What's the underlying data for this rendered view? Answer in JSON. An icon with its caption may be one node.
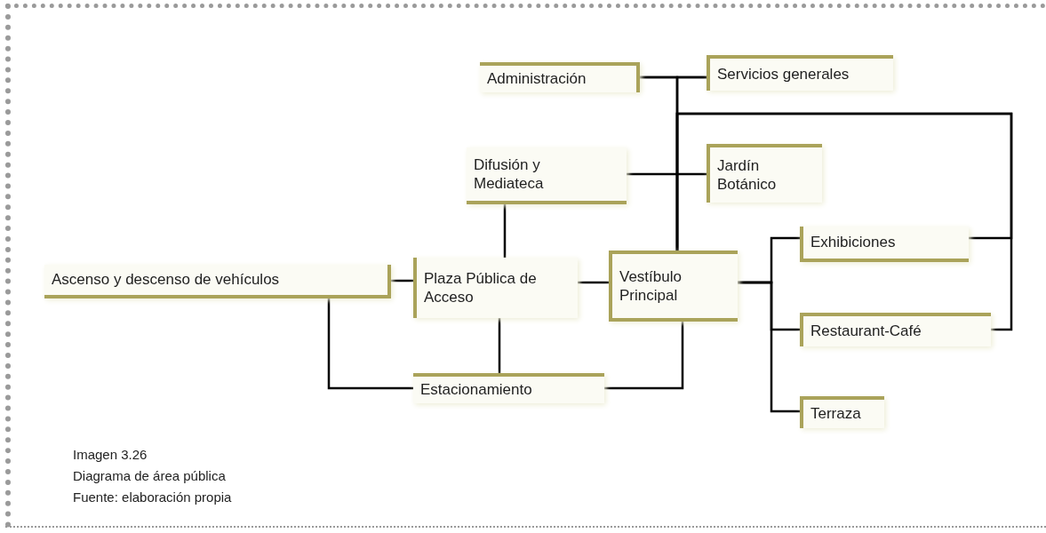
{
  "diagram": {
    "nodes": [
      {
        "text": [
          "Administración"
        ]
      },
      {
        "text": [
          "Servicios generales"
        ]
      },
      {
        "text": [
          "Difusión y Mediateca"
        ]
      },
      {
        "text": [
          "Jardín Botánico"
        ]
      },
      {
        "text": [
          "Ascenso y descenso de vehículos"
        ]
      },
      {
        "text": [
          "Plaza Pública de Acceso"
        ]
      },
      {
        "text": [
          "Vestíbulo Principal"
        ]
      },
      {
        "text": [
          "Exhibiciones"
        ]
      },
      {
        "text": [
          "Restaurant-Café"
        ]
      },
      {
        "text": [
          "Estacionamiento"
        ]
      },
      {
        "text": [
          "Terraza"
        ]
      }
    ],
    "edges": [
      {
        "from": 0,
        "to": 1,
        "arrow": "none"
      },
      {
        "from": 6,
        "to": 0,
        "arrow": "none"
      },
      {
        "from": 6,
        "to": 1,
        "arrow": "none"
      },
      {
        "from": 6,
        "to": 7,
        "arrow": "none"
      },
      {
        "from": 6,
        "to": 8,
        "arrow": "none"
      },
      {
        "from": 2,
        "to": 3,
        "arrow": "none"
      },
      {
        "from": 2,
        "to": 5,
        "arrow": "none"
      },
      {
        "from": 4,
        "to": 5,
        "arrow": "none"
      },
      {
        "from": 5,
        "to": 6,
        "arrow": "none"
      },
      {
        "from": 4,
        "to": 9,
        "arrow": "none"
      },
      {
        "from": 5,
        "to": 9,
        "arrow": "none"
      },
      {
        "from": 9,
        "to": 6,
        "arrow": "none"
      },
      {
        "from": 6,
        "to": 7,
        "arrow": "none"
      },
      {
        "from": 6,
        "to": 8,
        "arrow": "none"
      },
      {
        "from": 6,
        "to": 10,
        "arrow": "none"
      }
    ],
    "labels": [
      "Imagen 3.26",
      "Diagrama de área pública",
      "Fuente: elaboración propia"
    ]
  }
}
